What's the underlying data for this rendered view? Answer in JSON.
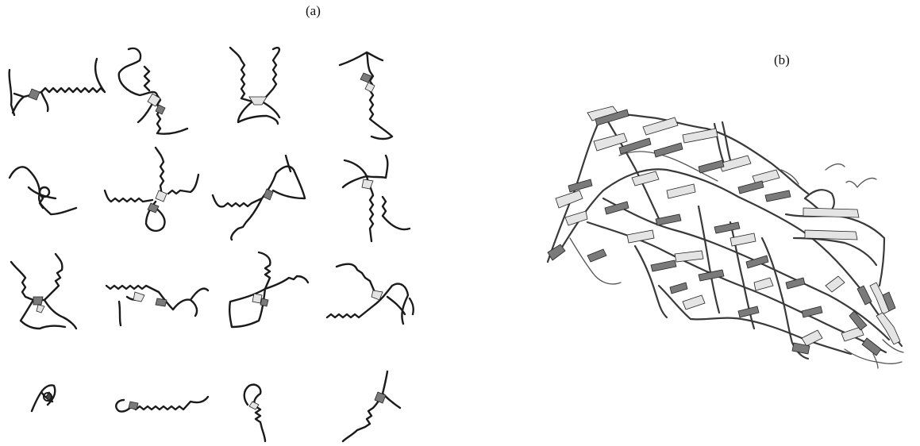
{
  "figure": {
    "panel_a_label": "(a)",
    "panel_b_label": "(b)"
  },
  "panel_a": {
    "grid_rows": 4,
    "grid_cols": 4,
    "structure_count": 16
  },
  "colors": {
    "chain": "#1a1a1a",
    "helix_dark": "#7a7a7a",
    "helix_light": "#e4e4e4",
    "background": "#ffffff"
  }
}
